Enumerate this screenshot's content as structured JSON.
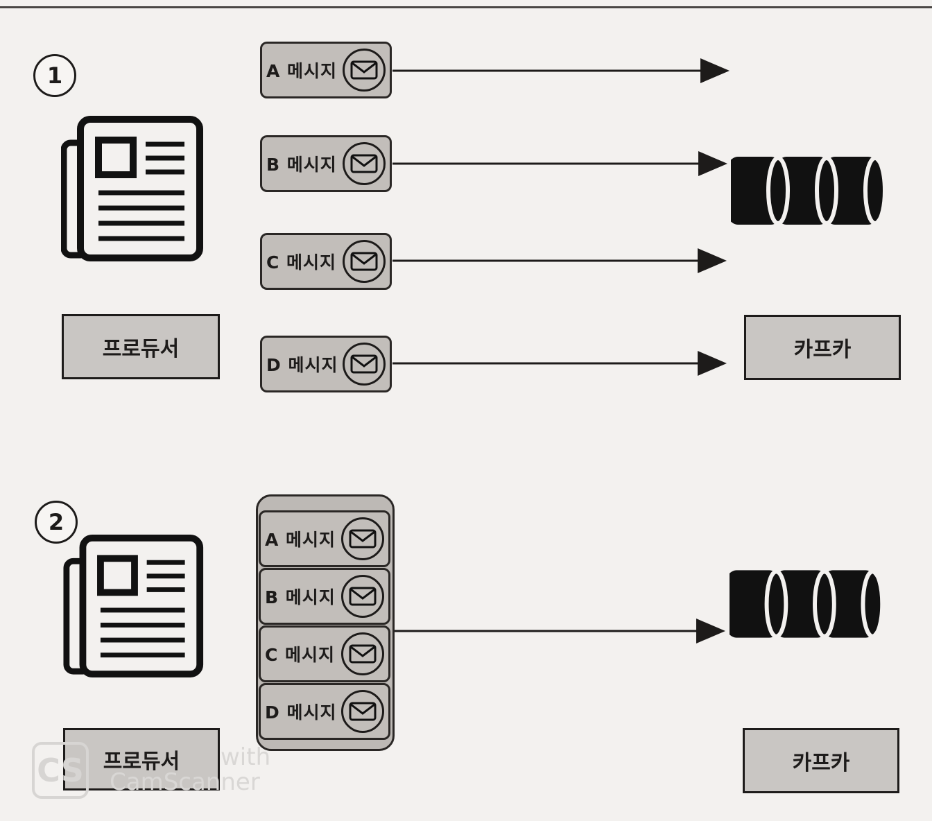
{
  "scenario1": {
    "step": "1",
    "producer_label": "프로듀서",
    "kafka_label": "카프카",
    "messages": [
      "A 메시지",
      "B 메시지",
      "C 메시지",
      "D 메시지"
    ]
  },
  "scenario2": {
    "step": "2",
    "producer_label": "프로듀서",
    "kafka_label": "카프카",
    "messages": [
      "A 메시지",
      "B 메시지",
      "C 메시지",
      "D 메시지"
    ]
  },
  "icons": {
    "producer": "newspaper-icon",
    "kafka": "cylinder-stack-icon",
    "message": "envelope-icon"
  },
  "watermark": {
    "logo": "CS",
    "line1": "with",
    "line2": "CamScanner"
  },
  "colors": {
    "box_fill": "#c9c6c3",
    "message_fill": "#c2beba",
    "ink": "#1d1b1a"
  }
}
